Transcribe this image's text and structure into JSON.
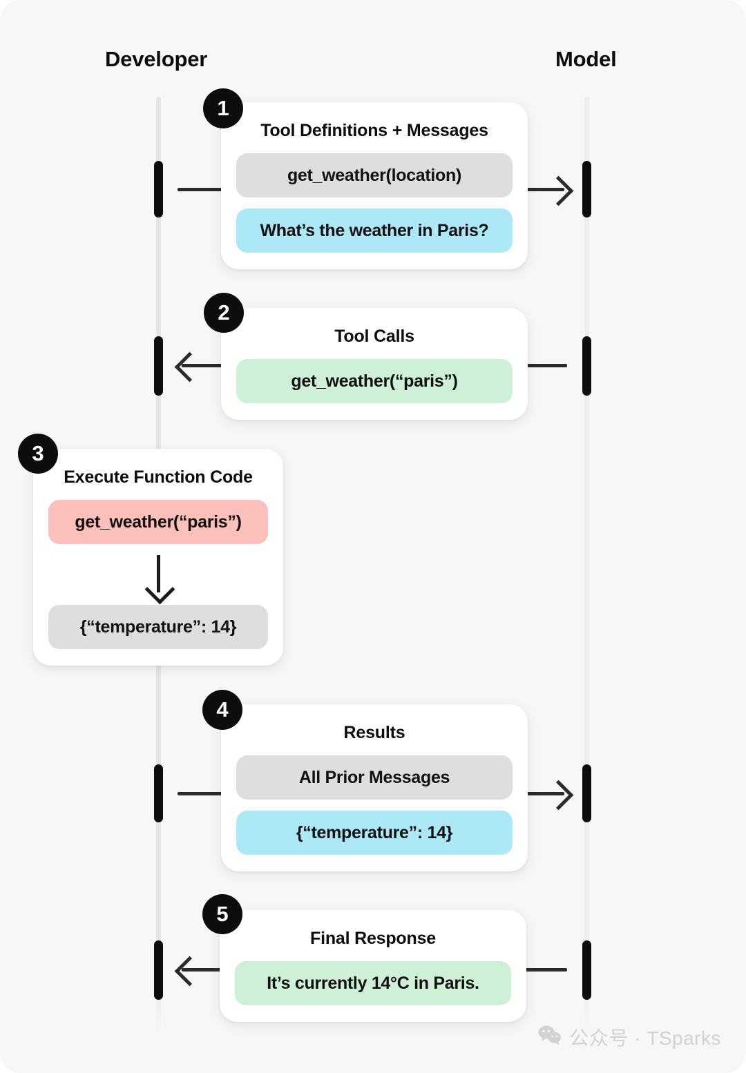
{
  "diagram": {
    "columns": [
      {
        "id": "developer",
        "label": "Developer"
      },
      {
        "id": "model",
        "label": "Model"
      }
    ],
    "steps": [
      {
        "number": "1",
        "title": "Tool Definitions + Messages",
        "direction": "developer-to-model",
        "pills": [
          {
            "text": "get_weather(location)",
            "color": "gray",
            "hex": "#dedede"
          },
          {
            "text": "What’s the weather in Paris?",
            "color": "blue",
            "hex": "#ace8f5"
          }
        ]
      },
      {
        "number": "2",
        "title": "Tool Calls",
        "direction": "model-to-developer",
        "pills": [
          {
            "text": "get_weather(“paris”)",
            "color": "green",
            "hex": "#cdf0d6"
          }
        ]
      },
      {
        "number": "3",
        "title": "Execute Function Code",
        "direction": "developer-local",
        "pills": [
          {
            "text": "get_weather(“paris”)",
            "color": "pink",
            "hex": "#fbc0bc"
          },
          {
            "text": "{“temperature”: 14}",
            "color": "gray",
            "hex": "#dedede"
          }
        ],
        "arrow_between_pills": "down-arrow"
      },
      {
        "number": "4",
        "title": "Results",
        "direction": "developer-to-model",
        "pills": [
          {
            "text": "All Prior Messages",
            "color": "gray",
            "hex": "#dedede"
          },
          {
            "text": "{“temperature”: 14}",
            "color": "blue",
            "hex": "#ace8f5"
          }
        ]
      },
      {
        "number": "5",
        "title": "Final Response",
        "direction": "model-to-developer",
        "pills": [
          {
            "text": "It’s currently 14°C in Paris.",
            "color": "green",
            "hex": "#cdf0d6"
          }
        ]
      }
    ]
  },
  "watermark": {
    "text": "公众号 · TSparks",
    "icon": "wechat-icon"
  },
  "theme": {
    "canvas_background": "#f7f7f7",
    "card_background": "#ffffff",
    "ink": "#0d0d0d",
    "lifeline": "#e6e6e6"
  }
}
